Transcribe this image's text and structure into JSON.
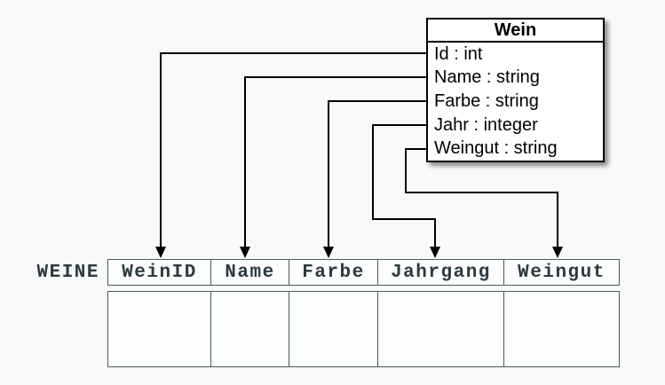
{
  "class_box": {
    "title": "Wein",
    "attributes": [
      "Id : int",
      "Name : string",
      "Farbe : string",
      "Jahr : integer",
      "Weingut : string"
    ]
  },
  "table": {
    "label": "WEINE",
    "columns": [
      "WeinID",
      "Name",
      "Farbe",
      "Jahrgang",
      "Weingut"
    ],
    "empty_body_rows": 1
  },
  "mappings": [
    {
      "from": "Id",
      "to": "WeinID"
    },
    {
      "from": "Name",
      "to": "Name"
    },
    {
      "from": "Farbe",
      "to": "Farbe"
    },
    {
      "from": "Jahr",
      "to": "Jahrgang"
    },
    {
      "from": "Weingut",
      "to": "Weingut"
    }
  ],
  "colors": {
    "background": "#f8f9f9",
    "connector_line": "#000000",
    "class_box_fill": "#ffffff",
    "class_box_border": "#000000",
    "table_text": "#2c3a40",
    "table_border": "#4c5a60",
    "table_fill": "#fcfdfd"
  }
}
